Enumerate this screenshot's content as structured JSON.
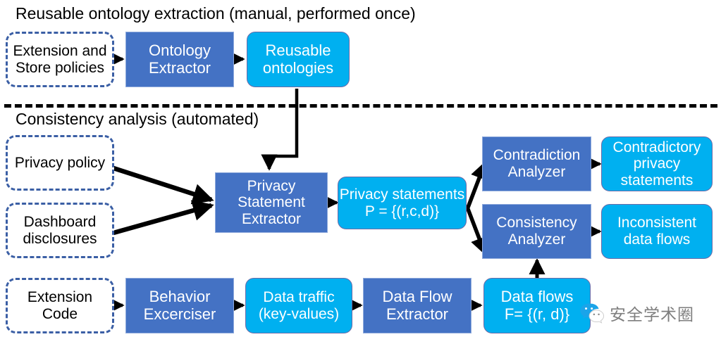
{
  "figure": {
    "sections": [
      {
        "id": "top",
        "title": "Reusable ontology extraction (manual, performed once)"
      },
      {
        "id": "bottom",
        "title": "Consistency analysis (automated)"
      }
    ],
    "nodes": {
      "extension_store_policies": {
        "label": "Extension and\nStore policies",
        "kind": "input"
      },
      "ontology_extractor": {
        "label": "Ontology\nExtractor",
        "kind": "process"
      },
      "reusable_ontologies": {
        "label": "Reusable\nontologies",
        "kind": "data"
      },
      "privacy_policy": {
        "label": "Privacy policy",
        "kind": "input"
      },
      "dashboard_disclosures": {
        "label": "Dashboard\ndisclosures",
        "kind": "input"
      },
      "privacy_statement_extractor": {
        "label": "Privacy\nStatement\nExtractor",
        "kind": "process"
      },
      "privacy_statements": {
        "label": "Privacy statements\nP = {(r,c,d)}",
        "kind": "data"
      },
      "contradiction_analyzer": {
        "label": "Contradiction\nAnalyzer",
        "kind": "process"
      },
      "consistency_analyzer": {
        "label": "Consistency\nAnalyzer",
        "kind": "process"
      },
      "contradictory_privacy_statements": {
        "label": "Contradictory\nprivacy\nstatements",
        "kind": "data"
      },
      "inconsistent_data_flows": {
        "label": "Inconsistent\ndata flows",
        "kind": "data"
      },
      "extension_code": {
        "label": "Extension\nCode",
        "kind": "input"
      },
      "behavior_excerciser": {
        "label": "Behavior\nExcerciser",
        "kind": "process"
      },
      "data_traffic": {
        "label": "Data traffic\n(key-values)",
        "kind": "data"
      },
      "data_flow_extractor": {
        "label": "Data Flow\nExtractor",
        "kind": "process"
      },
      "data_flows": {
        "label": "Data flows\nF= {(r, d)}",
        "kind": "data"
      }
    },
    "watermark": {
      "text": "安全学术圈",
      "logo": "wechat-logo"
    },
    "colors": {
      "process_fill": "#4472C4",
      "data_fill": "#00B0F0",
      "input_border": "#3B5FA5",
      "arrow": "#000000",
      "text_dark": "#000000",
      "text_light": "#FFFFFF"
    }
  }
}
